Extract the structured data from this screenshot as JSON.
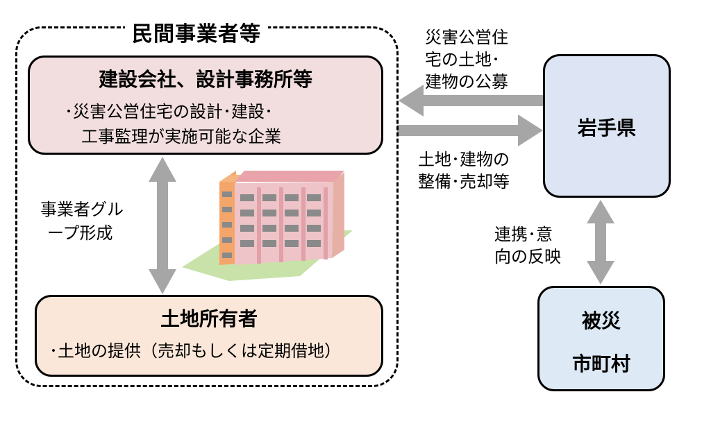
{
  "group": {
    "title": "民間事業者等"
  },
  "construction_box": {
    "title": "建設会社、設計事務所等",
    "line1": "･災害公営住宅の設計･建設･",
    "line2": "工事監理が実施可能な企業"
  },
  "land_box": {
    "title": "土地所有者",
    "line1": "･土地の提供（売却もしくは定期借地）"
  },
  "group_formation": {
    "line1": "事業者グル",
    "line2": "ープ形成"
  },
  "prefecture": {
    "label": "岩手県"
  },
  "municipality": {
    "line1": "被災",
    "line2": "市町村"
  },
  "arrow_to_private": {
    "line1": "災害公営住",
    "line2": "宅の土地･",
    "line3": "建物の公募"
  },
  "arrow_to_pref": {
    "line1": "土地･建物の",
    "line2": "整備･売却等"
  },
  "arrow_pref_muni": {
    "line1": "連携･意",
    "line2": "向の反映"
  },
  "colors": {
    "construction_fill": "#f2dede",
    "land_fill": "#fbe7d9",
    "prefecture_fill": "#dde4f3",
    "municipality_fill": "#dde9f5",
    "arrow_gray": "#a6a6a6"
  },
  "icons": {
    "building": "apartment-building-icon"
  }
}
